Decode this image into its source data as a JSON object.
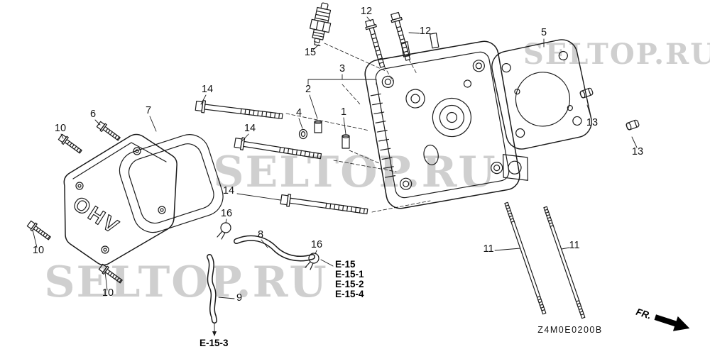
{
  "colors": {
    "line": "#1a1a1a",
    "watermark": "#c5c5c5"
  },
  "watermark": {
    "text": "SELTOP.RU"
  },
  "diagram": {
    "code": "Z4M0E0200B",
    "fr_label": "FR.",
    "valve_cover_text": "OHV"
  },
  "part_labels": {
    "p1": "1",
    "p2": "2",
    "p3": "3",
    "p4": "4",
    "p5": "5",
    "p6": "6",
    "p7": "7",
    "p8": "8",
    "p9": "9",
    "p10a": "10",
    "p10b": "10",
    "p10c": "10",
    "p11a": "11",
    "p11b": "11",
    "p12a": "12",
    "p12b": "12",
    "p13a": "13",
    "p13b": "13",
    "p14a": "14",
    "p14b": "14",
    "p14c": "14",
    "p15": "15",
    "p16a": "16",
    "p16b": "16"
  },
  "reference_codes": {
    "e15": "E-15",
    "e15_1": "E-15-1",
    "e15_2": "E-15-2",
    "e15_4": "E-15-4",
    "e15_3": "E-15-3"
  }
}
